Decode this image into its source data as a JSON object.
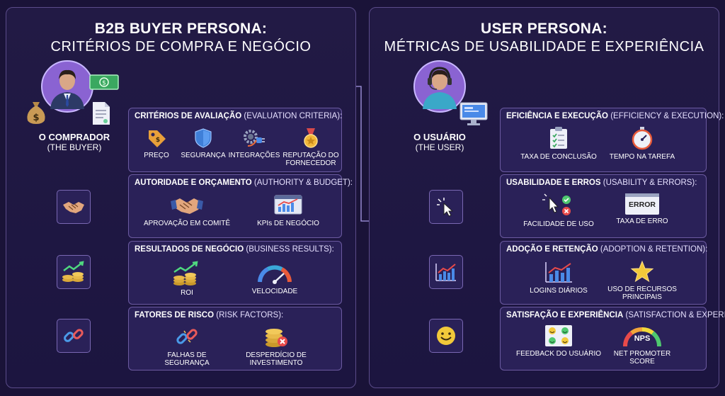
{
  "left": {
    "title_line1": "B2B BUYER PERSONA:",
    "title_line2": "CRITÉRIOS DE COMPRA E NEGÓCIO",
    "persona_name": "O COMPRADOR",
    "persona_sub": "(THE BUYER)",
    "cards": [
      {
        "head": "CRITÉRIOS DE AVALIAÇÃO",
        "sub": "(EVALUATION CRITERIA):",
        "items": [
          "PREÇO",
          "SEGURANÇA",
          "INTEGRAÇÕES",
          "REPUTAÇÃO DO FORNECEDOR"
        ]
      },
      {
        "head": "AUTORIDADE E ORÇAMENTO",
        "sub": "(AUTHORITY & BUDGET):",
        "items": [
          "APROVAÇÃO EM COMITÊ",
          "KPIs DE NEGÓCIO"
        ]
      },
      {
        "head": "RESULTADOS DE NEGÓCIO",
        "sub": "(BUSINESS RESULTS):",
        "items": [
          "ROI",
          "VELOCIDADE"
        ]
      },
      {
        "head": "FATORES DE RISCO",
        "sub": "(RISK FACTORS):",
        "items": [
          "FALHAS DE SEGURANÇA",
          "DESPERDÍCIO DE INVESTIMENTO"
        ]
      }
    ]
  },
  "right": {
    "title_line1": "USER PERSONA:",
    "title_line2": "MÉTRICAS DE USABILIDADE E EXPERIÊNCIA",
    "persona_name": "O USUÁRIO",
    "persona_sub": "(THE USER)",
    "cards": [
      {
        "head": "EFICIÊNCIA E EXECUÇÃO",
        "sub": "(EFFICIENCY & EXECUTION):",
        "items": [
          "TAXA DE CONCLUSÃO",
          "TEMPO NA TAREFA"
        ]
      },
      {
        "head": "USABILIDADE E ERROS",
        "sub": "(USABILITY & ERRORS):",
        "items": [
          "FACILIDADE DE USO",
          "TAXA DE ERRO"
        ],
        "error_text": "ERROR"
      },
      {
        "head": "ADOÇÃO E RETENÇÃO",
        "sub": "(ADOPTION & RETENTION):",
        "items": [
          "LOGINS DIÁRIOS",
          "USO DE RECURSOS PRINCIPAIS"
        ]
      },
      {
        "head": "SATISFAÇÃO E EXPERIÊNCIA",
        "sub": "(SATISFACTION & EXPERIENCE):",
        "items": [
          "FEEDBACK DO USUÁRIO",
          "NET PROMOTER SCORE"
        ],
        "nps_text": "NPS"
      }
    ]
  },
  "colors": {
    "accent": "#8f7be0",
    "panel_border": "#5b4c8a",
    "card_bg": "#2a2158"
  }
}
